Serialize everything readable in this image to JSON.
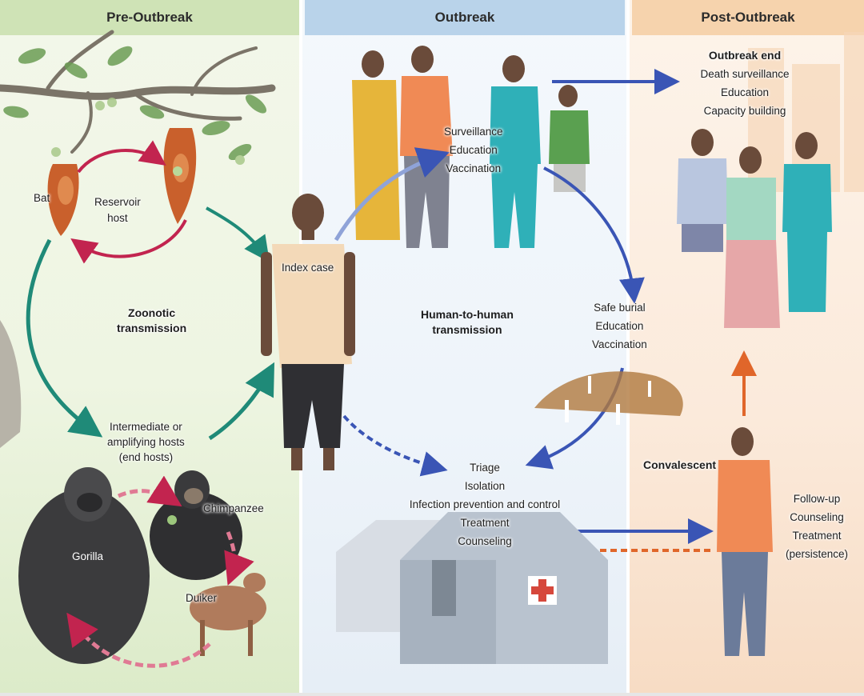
{
  "headers": {
    "pre": "Pre-Outbreak",
    "outbreak": "Outbreak",
    "post": "Post-Outbreak"
  },
  "pre_outbreak": {
    "bat": "Bat",
    "reservoir_host": [
      "Reservoir",
      "host"
    ],
    "zoonotic_transmission": [
      "Zoonotic",
      "transmission"
    ],
    "intermediate_hosts": [
      "Intermediate or",
      "amplifying hosts",
      "(end hosts)"
    ],
    "gorilla": "Gorilla",
    "chimpanzee": "Chimpanzee",
    "duiker": "Duiker"
  },
  "outbreak": {
    "index_case": "Index case",
    "community_measures": [
      "Surveillance",
      "Education",
      "Vaccination"
    ],
    "human_to_human": [
      "Human-to-human",
      "transmission"
    ],
    "burial_measures": [
      "Safe burial",
      "Education",
      "Vaccination"
    ],
    "treatment_center_measures": [
      "Triage",
      "Isolation",
      "Infection prevention and control",
      "Treatment",
      "Counseling"
    ]
  },
  "post_outbreak": {
    "outbreak_end_title": "Outbreak end",
    "outbreak_end_measures": [
      "Death surveillance",
      "Education",
      "Capacity building"
    ],
    "convalescent": "Convalescent",
    "convalescent_measures": [
      "Follow-up",
      "Counseling",
      "Treatment",
      "(persistence)"
    ]
  },
  "colors": {
    "pre_header": "#cfe3b6",
    "outbreak_header": "#b9d3ea",
    "post_header": "#f6d3ad",
    "reservoir_arrow": "#c2244f",
    "zoonotic_arrow": "#1f8a78",
    "human_arrow": "#3a55b5",
    "convalescent_arrow": "#e0662a"
  }
}
